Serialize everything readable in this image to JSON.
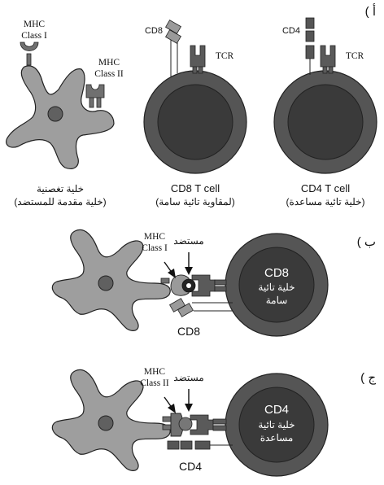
{
  "panel_a": {
    "label": "( أ",
    "mhc1": [
      "MHC",
      "Class I"
    ],
    "mhc2": [
      "MHC",
      "Class II"
    ],
    "dendritic_caption": [
      "خلية تغصنية",
      "(خلية مقدمة للمستضد)"
    ],
    "cd8_cell": {
      "marker": "CD8",
      "receptor": "TCR",
      "caption": [
        "CD8 T cell",
        "(لمقاوية تائية سامة)"
      ]
    },
    "cd4_cell": {
      "marker": "CD4",
      "receptor": "TCR",
      "caption": [
        "CD4 T cell",
        "(خلية تائية مساعدة)"
      ]
    }
  },
  "panel_b": {
    "label": "( ب",
    "mhc": [
      "MHC",
      "Class I"
    ],
    "antigen": "مستضد",
    "cell_text": [
      "CD8",
      "خلية تائية",
      "سامة"
    ],
    "marker": "CD8"
  },
  "panel_c": {
    "label": "( ج",
    "mhc": [
      "MHC",
      "Class II"
    ],
    "antigen": "مستضد",
    "cell_text": [
      "CD4",
      "خلية تائية",
      "مساعدة"
    ],
    "marker": "CD4"
  },
  "colors": {
    "cell_outer": "#555555",
    "cell_inner": "#3a3a3a",
    "dendritic": "#9e9e9e",
    "dendritic_nucleus": "#606060",
    "receptor": "#5a5a5a",
    "cd8_fill": "#9a9a9a",
    "cd4_fill": "#555555",
    "mhc": "#707070"
  }
}
